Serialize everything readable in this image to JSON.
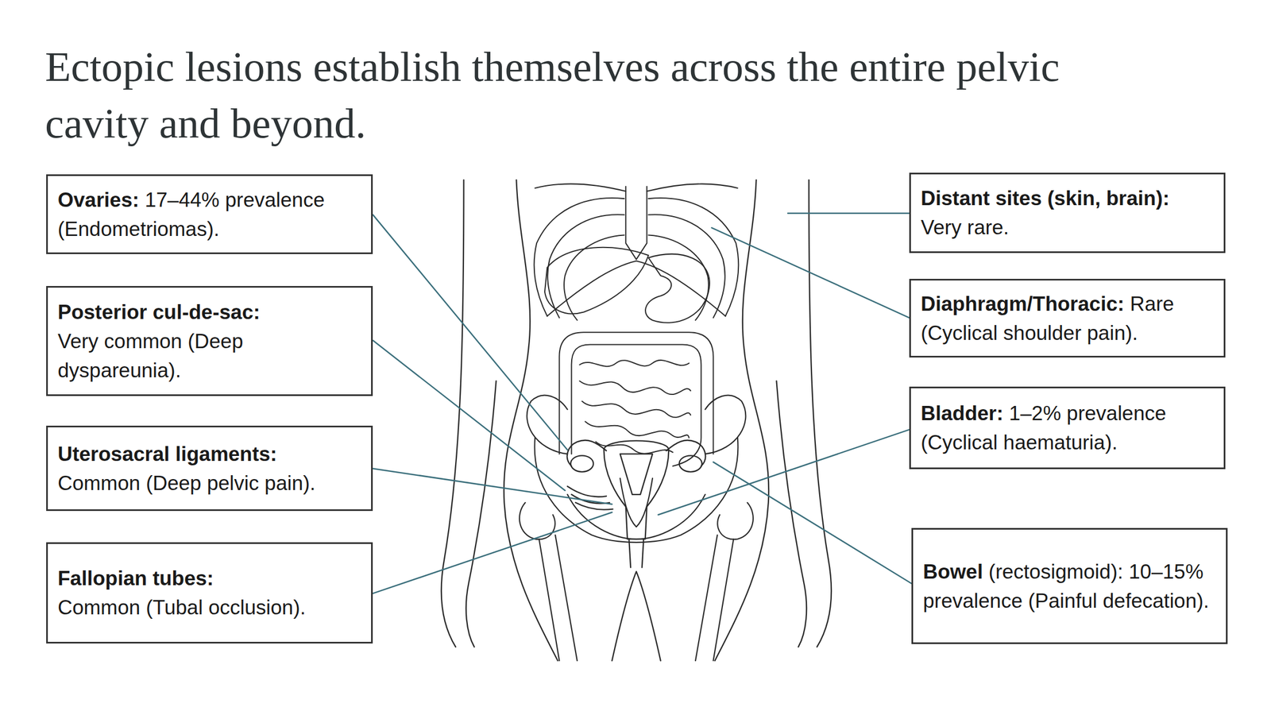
{
  "diagram": {
    "title": "Ectopic lesions establish themselves across the entire pelvic cavity and beyond.",
    "nodes": [
      {
        "text": [
          "Ovaries:",
          "17–44% prevalence (Endometriomas)."
        ]
      },
      {
        "text": [
          "Posterior cul-de-sac:",
          "Very common (Deep dyspareunia)."
        ]
      },
      {
        "text": [
          "Uterosacral ligaments:",
          "Common (Deep pelvic pain)."
        ]
      },
      {
        "text": [
          "Fallopian tubes:",
          "Common (Tubal occlusion)."
        ]
      },
      {
        "text": [
          "Distant sites (skin, brain):",
          "Very rare."
        ]
      },
      {
        "text": [
          "Diaphragm/Thoracic:",
          "Rare (Cyclical shoulder pain)."
        ]
      },
      {
        "text": [
          "Bladder:",
          "1–2% prevalence (Cyclical haematuria)."
        ]
      },
      {
        "text": [
          "Bowel",
          "(rectosigmoid): 10–15% prevalence (Painful defecation)."
        ]
      }
    ]
  }
}
